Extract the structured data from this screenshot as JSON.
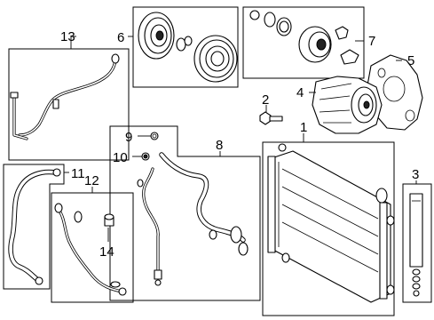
{
  "diagram": {
    "title": "",
    "callouts": [
      {
        "id": "1",
        "label": "1"
      },
      {
        "id": "2",
        "label": "2"
      },
      {
        "id": "3",
        "label": "3"
      },
      {
        "id": "4",
        "label": "4"
      },
      {
        "id": "5",
        "label": "5"
      },
      {
        "id": "6",
        "label": "6"
      },
      {
        "id": "7",
        "label": "7"
      },
      {
        "id": "8",
        "label": "8"
      },
      {
        "id": "9",
        "label": "9"
      },
      {
        "id": "10",
        "label": "10"
      },
      {
        "id": "11",
        "label": "11"
      },
      {
        "id": "12",
        "label": "12"
      },
      {
        "id": "13",
        "label": "13"
      },
      {
        "id": "14",
        "label": "14"
      }
    ]
  }
}
